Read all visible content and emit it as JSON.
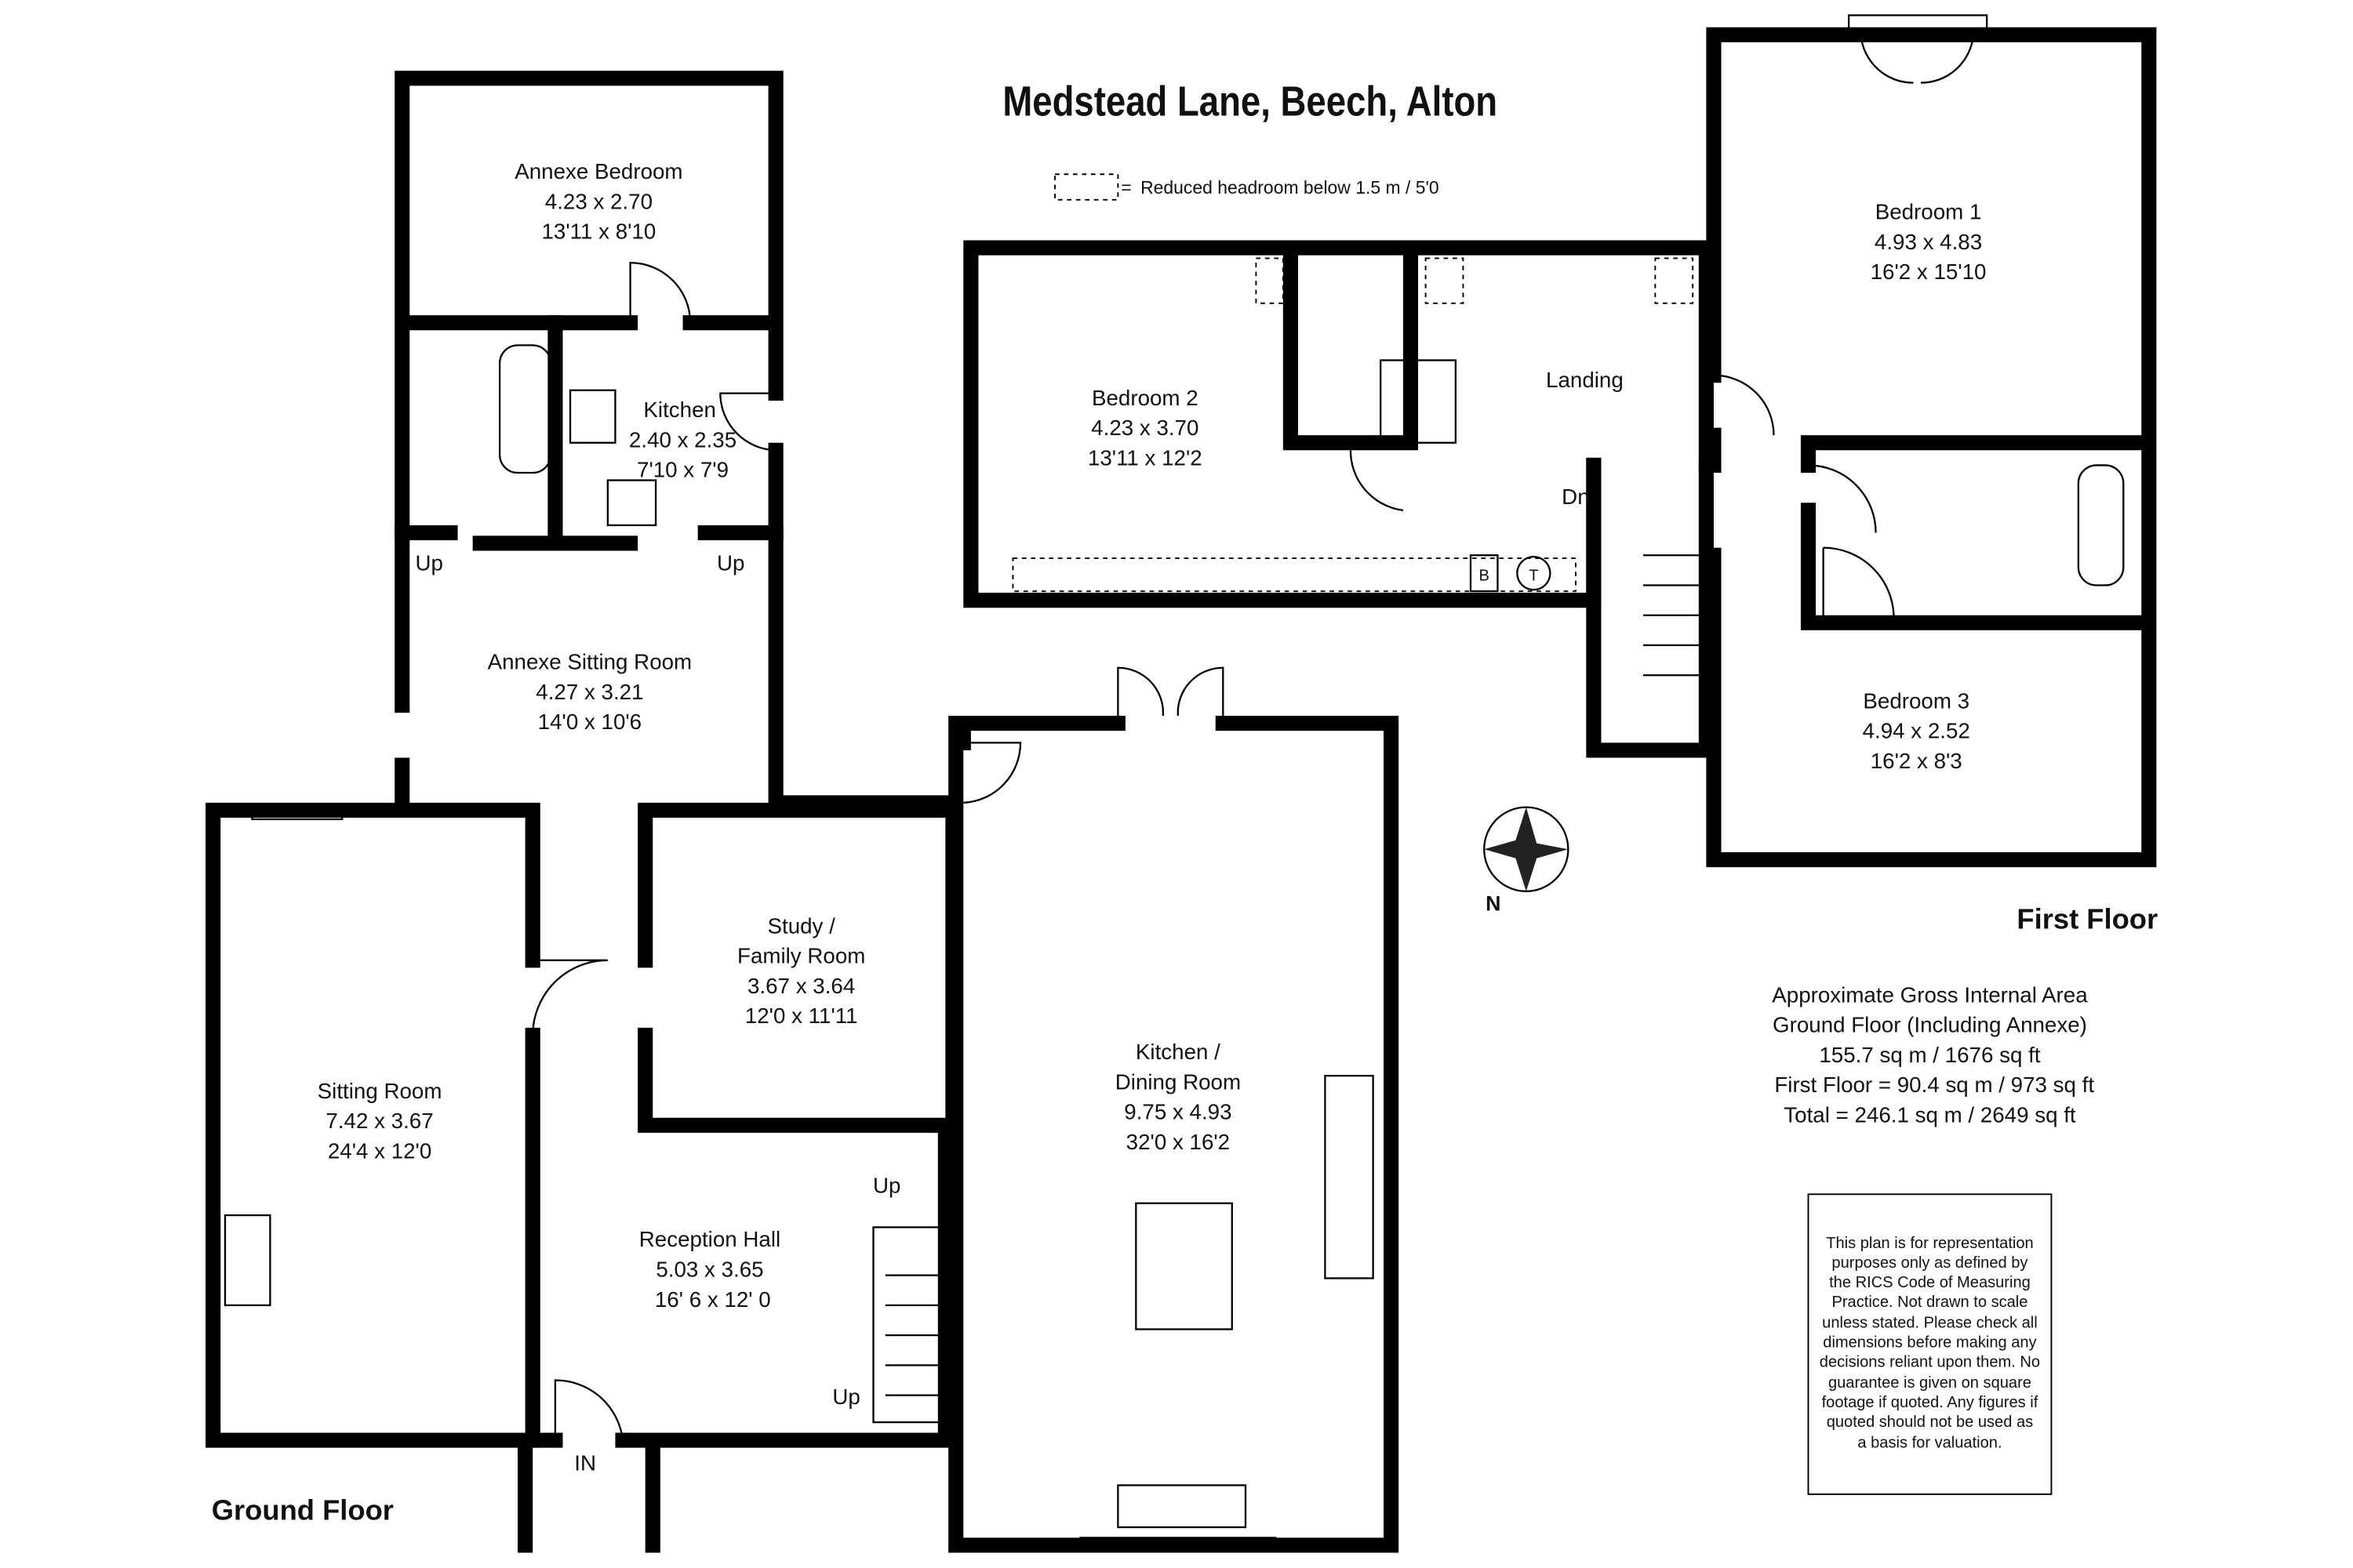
{
  "title": "Medstead Lane, Beech, Alton",
  "legend": {
    "symbol": "=",
    "text": "Reduced headroom below 1.5 m / 5'0"
  },
  "floors": {
    "ground": "Ground Floor",
    "first": "First Floor"
  },
  "rooms": {
    "annexe_bedroom": [
      "Annexe Bedroom",
      "4.23 x 2.70",
      "13'11 x 8'10"
    ],
    "annexe_kitchen": [
      "Kitchen",
      "2.40 x 2.35",
      "7'10 x 7'9"
    ],
    "annexe_sitting": [
      "Annexe Sitting Room",
      "4.27 x 3.21",
      "14'0 x 10'6"
    ],
    "sitting": [
      "Sitting Room",
      "7.42 x 3.67",
      "24'4 x 12'0"
    ],
    "study": [
      "Study /",
      "Family Room",
      "3.67 x 3.64",
      "12'0 x 11'11"
    ],
    "reception": [
      "Reception Hall",
      "5.03 x 3.65",
      "16' 6 x 12' 0"
    ],
    "kitchen_dining": [
      "Kitchen /",
      "Dining Room",
      "9.75 x 4.93",
      "32'0 x 16'2"
    ],
    "bedroom2": [
      "Bedroom 2",
      "4.23 x 3.70",
      "13'11 x 12'2"
    ],
    "landing": [
      "Landing"
    ],
    "bedroom1": [
      "Bedroom 1",
      "4.93 x 4.83",
      "16'2 x 15'10"
    ],
    "bedroom3": [
      "Bedroom 3",
      "4.94 x 2.52",
      "16'2 x 8'3"
    ]
  },
  "marks": {
    "up": "Up",
    "dn": "Dn",
    "in": "IN",
    "north": "N",
    "boiler": "B",
    "tank": "T"
  },
  "area": [
    "Approximate Gross Internal Area",
    "Ground Floor (Including Annexe)",
    "155.7 sq m / 1676 sq ft",
    "First Floor = 90.4 sq m / 973 sq ft",
    "Total = 246.1 sq m / 2649 sq ft"
  ],
  "disclaimer": [
    "This plan is for representation",
    "purposes only as defined by",
    "the RICS Code of Measuring",
    "Practice. Not drawn to scale",
    "unless stated. Please check all",
    "dimensions before making any",
    "decisions reliant upon them. No",
    "guarantee is given on square",
    "footage if quoted. Any figures if",
    "quoted should not be used as",
    "a basis for valuation."
  ]
}
